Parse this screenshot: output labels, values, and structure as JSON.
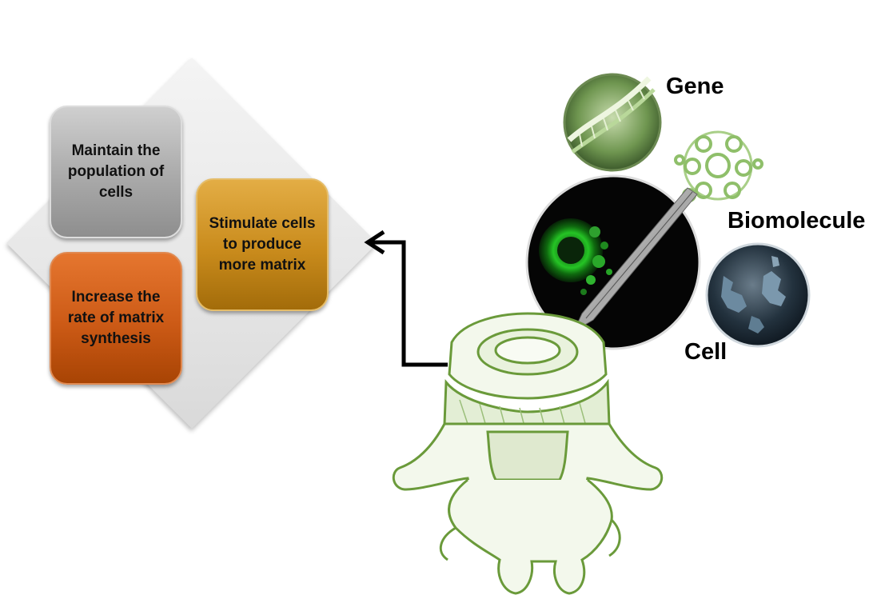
{
  "boxes": {
    "maintain": "Maintain the population of cells",
    "increase": "Increase the rate of matrix synthesis",
    "stimulate": "Stimulate cells to produce more matrix"
  },
  "labels": {
    "gene": "Gene",
    "biomolecule": "Biomolecule",
    "cell": "Cell"
  },
  "images": {
    "gene": "dna-helix-image",
    "biomolecule": "molecule-structure-image",
    "cell": "cell-microscopy-image",
    "center": "syringe-injection-image",
    "spine": "vertebra-disc-illustration"
  },
  "colors": {
    "grey_box": "#a9a9a9",
    "orange_box": "#cc5a16",
    "gold_box": "#c98b1c",
    "green_line": "#6a9a3a",
    "arrow": "#000000"
  }
}
